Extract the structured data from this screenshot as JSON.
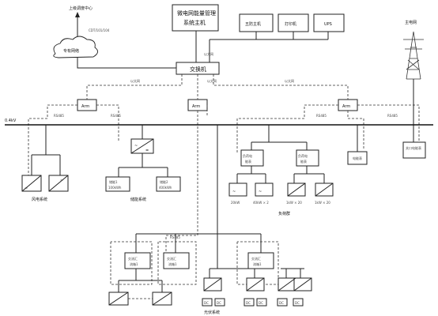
{
  "top": {
    "dispatch_center": "上级调度中心",
    "protocol": "CDT/101/104",
    "network": "专有网络"
  },
  "ems": {
    "title_line1": "微电网能量管理",
    "title_line2": "系统主机",
    "devices": [
      "五防主机",
      "打印机",
      "UPS"
    ]
  },
  "switch": {
    "label": "交换机"
  },
  "grid": {
    "label": "主电网",
    "meter": "关口电能表"
  },
  "bus": {
    "label": "0.4kV"
  },
  "arm_label": "Arm",
  "link_labels": {
    "eth": "以太网",
    "rs485": "RS485"
  },
  "wind": {
    "label": "风电系统",
    "icon": "wind-turbine-icon"
  },
  "storage": {
    "label": "储能系统",
    "batteries": [
      "储能1\n100kWh",
      "储能2\n400kWh"
    ]
  },
  "load": {
    "label": "负荷群",
    "meters": [
      "负荷电能表",
      "负荷电能表"
    ],
    "loads": [
      "20kW",
      "40kW × 2",
      "1kW × 20",
      "1kW × 20"
    ],
    "extra": "电能表"
  },
  "pv": {
    "label": "光伏系统",
    "inverters": [
      "交流汇\n流箱1",
      "交流汇\n流箱1",
      "交流汇\n流箱1"
    ],
    "dc": "DC"
  }
}
